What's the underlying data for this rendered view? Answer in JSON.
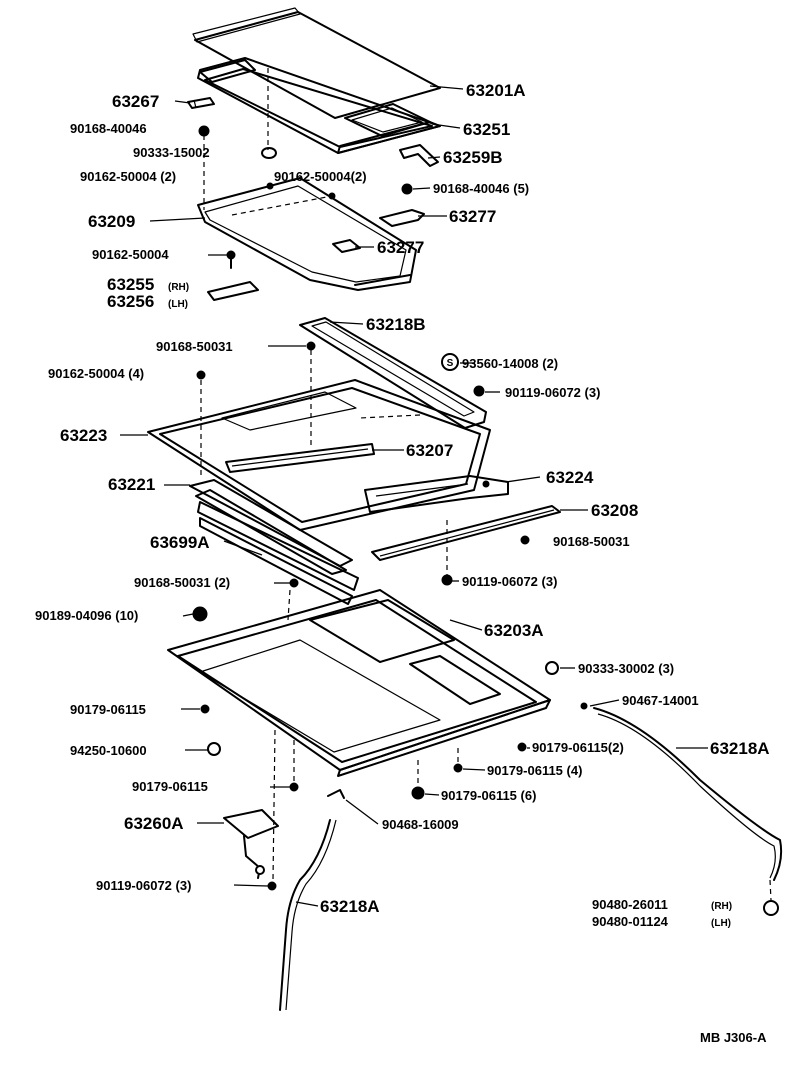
{
  "figure_code": "MB J306-A",
  "callouts": [
    {
      "id": "glass",
      "part": "63201A"
    },
    {
      "id": "seal",
      "part": "63251"
    },
    {
      "id": "bracket-63267",
      "part": "63267"
    },
    {
      "id": "screw-40046-top",
      "part": "90168-40046"
    },
    {
      "id": "plug-15002",
      "part": "90333-15002"
    },
    {
      "id": "screw-50004-2a",
      "part": "90162-50004 (2)"
    },
    {
      "id": "screw-50004-2b",
      "part": "90162-50004(2)"
    },
    {
      "id": "guide-63259b",
      "part": "63259B"
    },
    {
      "id": "screw-40046-5",
      "part": "90168-40046 (5)"
    },
    {
      "id": "sunshade",
      "part": "63209"
    },
    {
      "id": "clip-63277-a",
      "part": "63277"
    },
    {
      "id": "clip-63277-b",
      "part": "63277"
    },
    {
      "id": "screw-50004",
      "part": "90162-50004"
    },
    {
      "id": "holder-rh",
      "part": "63255",
      "suffix": "(RH)"
    },
    {
      "id": "holder-lh",
      "part": "63256",
      "suffix": "(LH)"
    },
    {
      "id": "rail-63218b",
      "part": "63218B"
    },
    {
      "id": "screw-50031-top",
      "part": "90168-50031"
    },
    {
      "id": "nut-14008",
      "part": "93560-14008 (2)"
    },
    {
      "id": "screw-50004-4",
      "part": "90162-50004 (4)"
    },
    {
      "id": "bolt-06072-top",
      "part": "90119-06072 (3)"
    },
    {
      "id": "frame-63223",
      "part": "63223"
    },
    {
      "id": "cable-63207",
      "part": "63207"
    },
    {
      "id": "drive-63224",
      "part": "63224"
    },
    {
      "id": "frame-63221",
      "part": "63221"
    },
    {
      "id": "cable-63208",
      "part": "63208"
    },
    {
      "id": "screw-50031-right",
      "part": "90168-50031"
    },
    {
      "id": "housing-63699a",
      "part": "63699A"
    },
    {
      "id": "screw-50031-2",
      "part": "90168-50031 (2)"
    },
    {
      "id": "bolt-06072-mid",
      "part": "90119-06072 (3)"
    },
    {
      "id": "nut-04096",
      "part": "90189-04096 (10)"
    },
    {
      "id": "housing-63203a",
      "part": "63203A"
    },
    {
      "id": "plug-30002",
      "part": "90333-30002 (3)"
    },
    {
      "id": "clamp-14001",
      "part": "90467-14001"
    },
    {
      "id": "clip-06115-left",
      "part": "90179-06115"
    },
    {
      "id": "hose-right",
      "part": "63218A"
    },
    {
      "id": "grommet-10600",
      "part": "94250-10600"
    },
    {
      "id": "clip-06115-2",
      "part": "90179-06115(2)"
    },
    {
      "id": "clip-06115-4",
      "part": "90179-06115 (4)"
    },
    {
      "id": "clip-06115-mid",
      "part": "90179-06115"
    },
    {
      "id": "clip-06115-6",
      "part": "90179-06115 (6)"
    },
    {
      "id": "motor-63260a",
      "part": "63260A"
    },
    {
      "id": "clamp-16009",
      "part": "90468-16009"
    },
    {
      "id": "bolt-06072-bottom",
      "part": "90119-06072 (3)"
    },
    {
      "id": "hose-left",
      "part": "63218A"
    },
    {
      "id": "grommet-rh",
      "part": "90480-26011",
      "suffix": "(RH)"
    },
    {
      "id": "grommet-lh",
      "part": "90480-01124",
      "suffix": "(LH)"
    }
  ],
  "symbols": {
    "standard_part_marker": "S"
  }
}
